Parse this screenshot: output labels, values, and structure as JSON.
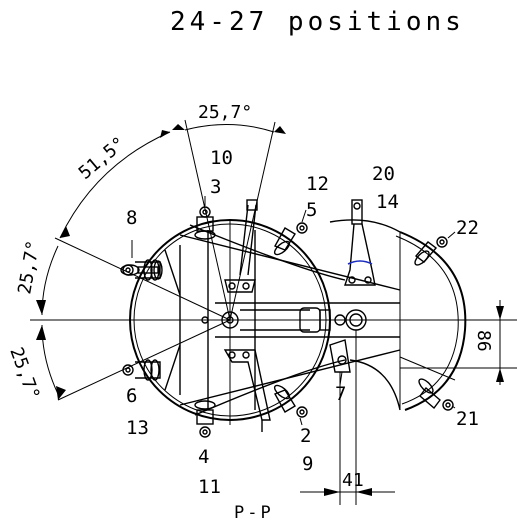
{
  "title": "24-27 positions",
  "section_label": "P-P",
  "dimensions": {
    "angle_top": "25,7°",
    "angle_upper_left": "51,5°",
    "angle_left_mid": "25,7°",
    "angle_lower_left": "25,7°",
    "dim_bottom": "41",
    "dim_right": "86"
  },
  "position_labels": {
    "p3": "3",
    "p10": "10",
    "p8": "8",
    "p12": "12",
    "p5": "5",
    "p20": "20",
    "p14": "14",
    "p22": "22",
    "p6": "6",
    "p13": "13",
    "p4": "4",
    "p11": "11",
    "p2": "2",
    "p9": "9",
    "p7": "7",
    "p21": "21"
  }
}
